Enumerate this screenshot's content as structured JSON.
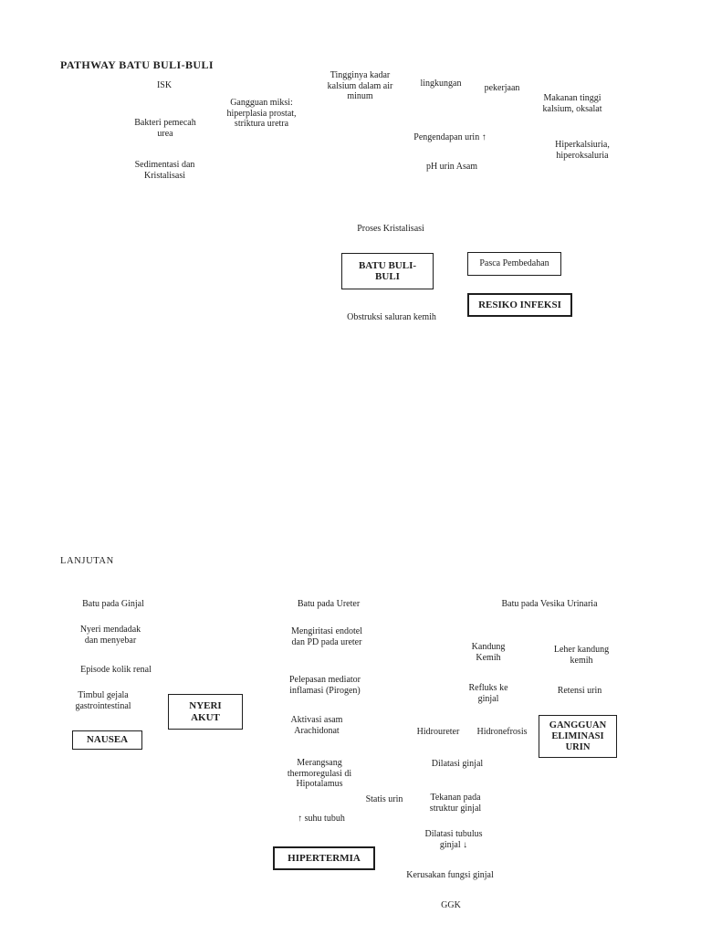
{
  "colors": {
    "page": "#ffffff",
    "text": "#1e1e1e",
    "box_border": "#1e1e1e"
  },
  "header": {
    "title": "PATHWAY BATU BULI-BULI"
  },
  "section1": {
    "nodes": {
      "isk": "ISK",
      "bakteri_pemecah_urea": "Bakteri pemecah urea",
      "sedimentasi_kristalisasi": "Sedimentasi dan Kristalisasi",
      "gangguan_miksi": "Gangguan miksi: hiperplasia prostat, striktura uretra",
      "tingginya_kadar": "Tingginya kadar kalsium dalam air minum",
      "lingkungan": "lingkungan",
      "pekerjaan": "pekerjaan",
      "makanan_tinggi": "Makanan tinggi kalsium, oksalat",
      "pengendapan_urin": "Pengendapan urin ↑",
      "hiperkalsiuria": "Hiperkalsiuria, hiperoksaluria",
      "ph_urin_asam": "pH urin Asam",
      "proses_kristalisasi": "Proses Kristalisasi",
      "obstruksi_saluran_kemih": "Obstruksi saluran kemih"
    },
    "boxes": {
      "batu_buli": "BATU BULI-BULI",
      "pasca_pembedahan": "Pasca Pembedahan",
      "resiko_infeksi": "RESIKO INFEKSI"
    }
  },
  "section2": {
    "label": "LANJUTAN",
    "nodes": {
      "batu_pada_ginjal": "Batu pada Ginjal",
      "nyeri_mendadak": "Nyeri mendadak dan menyebar",
      "episode_kolik_renal": "Episode kolik renal",
      "timbul_gejala": "Timbul gejala gastrointestinal",
      "batu_pada_ureter": "Batu pada Ureter",
      "mengiritasi_endotel": "Mengiritasi endotel dan PD pada ureter",
      "pelepasan_mediator": "Pelepasan mediator inflamasi (Pirogen)",
      "aktivasi_asam": "Aktivasi asam Arachidonat",
      "merangsang_thermoregulasi": "Merangsang thermoregulasi di Hipotalamus",
      "statis_urin": "Statis urin",
      "suhu_tubuh": "↑ suhu tubuh",
      "batu_pada_vesika": "Batu pada Vesika Urinaria",
      "kandung_kemih": "Kandung Kemih",
      "leher_kandung_kemih": "Leher kandung kemih",
      "refluks_ke_ginjal": "Refluks ke ginjal",
      "retensi_urin": "Retensi urin",
      "hidroureter": "Hidroureter",
      "hidronefrosis": "Hidronefrosis",
      "dilatasi_ginjal": "Dilatasi ginjal",
      "tekanan_struktur_ginjal": "Tekanan pada struktur ginjal",
      "dilatasi_tubulus": "Dilatasi tubulus ginjal ↓",
      "kerusakan_fungsi_ginjal": "Kerusakan fungsi ginjal",
      "ggk": "GGK"
    },
    "boxes": {
      "nyeri_akut": "NYERI AKUT",
      "nausea": "NAUSEA",
      "hipertermia": "HIPERTERMIA",
      "gangguan_eliminasi_urin": "GANGGUAN ELIMINASI URIN"
    }
  }
}
